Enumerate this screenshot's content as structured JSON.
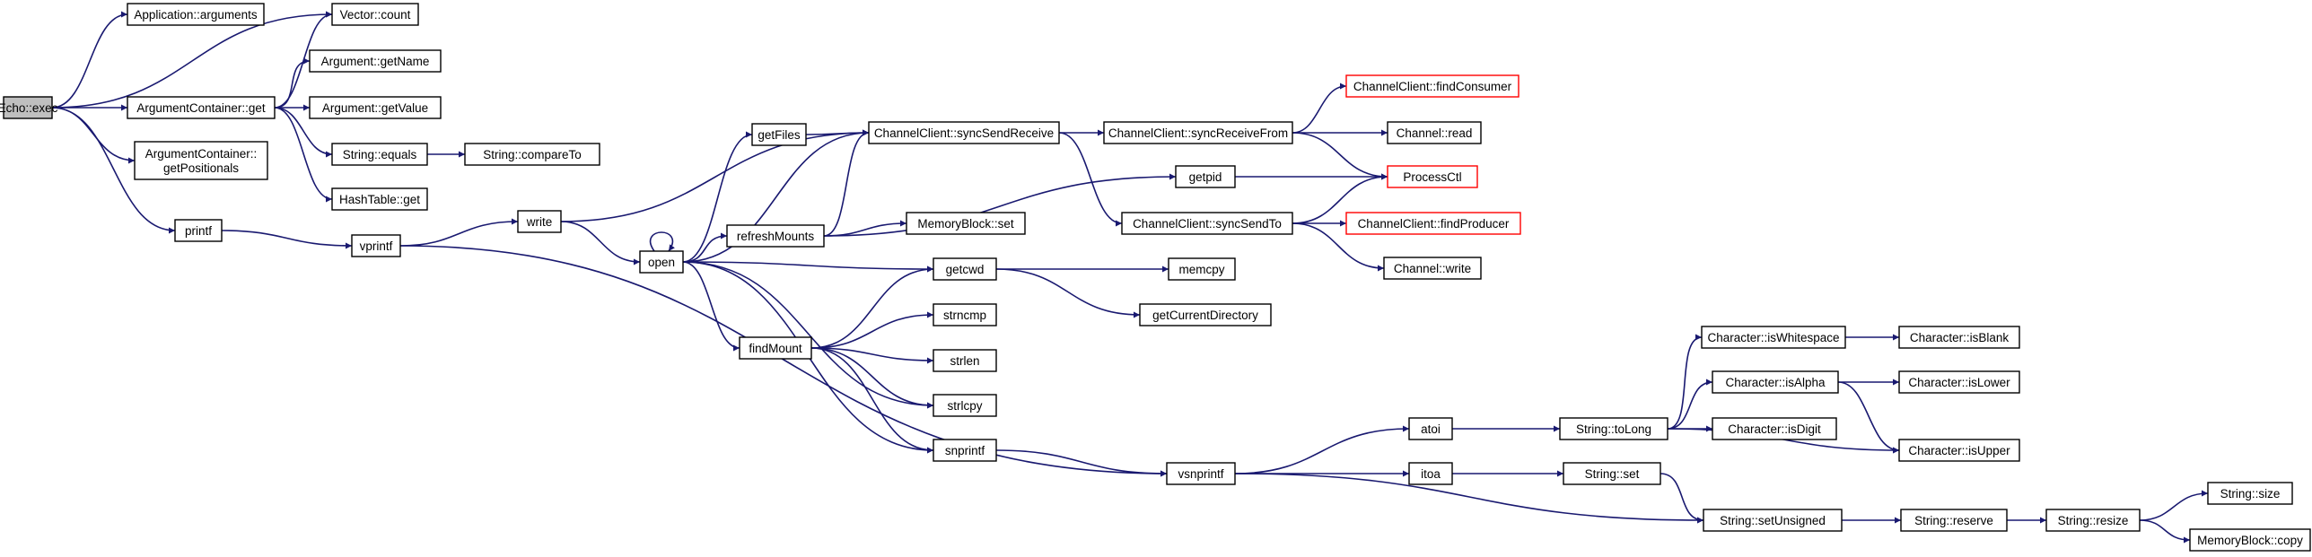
{
  "colors": {
    "edge": "#191970",
    "root_fill": "#bfbfbf",
    "node_stroke": "#000000",
    "external_stroke": "#ff0000"
  },
  "nodes": [
    {
      "id": "echo_exec",
      "lines": [
        "Echo::exec"
      ]
    },
    {
      "id": "app_arguments",
      "lines": [
        "Application::arguments"
      ]
    },
    {
      "id": "vector_count",
      "lines": [
        "Vector::count"
      ]
    },
    {
      "id": "argcont_get",
      "lines": [
        "ArgumentContainer::get"
      ]
    },
    {
      "id": "arg_getname",
      "lines": [
        "Argument::getName"
      ]
    },
    {
      "id": "arg_getvalue",
      "lines": [
        "Argument::getValue"
      ]
    },
    {
      "id": "argcont_getpositionals",
      "lines": [
        "ArgumentContainer::",
        "getPositionals"
      ]
    },
    {
      "id": "string_equals",
      "lines": [
        "String::equals"
      ]
    },
    {
      "id": "string_compareto",
      "lines": [
        "String::compareTo"
      ]
    },
    {
      "id": "hashtable_get",
      "lines": [
        "HashTable::get"
      ]
    },
    {
      "id": "printf",
      "lines": [
        "printf"
      ]
    },
    {
      "id": "vprintf",
      "lines": [
        "vprintf"
      ]
    },
    {
      "id": "write",
      "lines": [
        "write"
      ]
    },
    {
      "id": "open",
      "lines": [
        "open"
      ]
    },
    {
      "id": "getfiles",
      "lines": [
        "getFiles"
      ]
    },
    {
      "id": "refreshmounts",
      "lines": [
        "refreshMounts"
      ]
    },
    {
      "id": "findmount",
      "lines": [
        "findMount"
      ]
    },
    {
      "id": "cc_syncsendreceive",
      "lines": [
        "ChannelClient::syncSendReceive"
      ]
    },
    {
      "id": "cc_syncreceivefrom",
      "lines": [
        "ChannelClient::syncReceiveFrom"
      ]
    },
    {
      "id": "cc_syncsendto",
      "lines": [
        "ChannelClient::syncSendTo"
      ]
    },
    {
      "id": "cc_findconsumer",
      "lines": [
        "ChannelClient::findConsumer"
      ],
      "external": true
    },
    {
      "id": "channel_read",
      "lines": [
        "Channel::read"
      ]
    },
    {
      "id": "processctl",
      "lines": [
        "ProcessCtl"
      ],
      "external": true
    },
    {
      "id": "cc_findproducer",
      "lines": [
        "ChannelClient::findProducer"
      ],
      "external": true
    },
    {
      "id": "channel_write",
      "lines": [
        "Channel::write"
      ]
    },
    {
      "id": "getpid",
      "lines": [
        "getpid"
      ]
    },
    {
      "id": "memoryblock_set",
      "lines": [
        "MemoryBlock::set"
      ]
    },
    {
      "id": "getcwd",
      "lines": [
        "getcwd"
      ]
    },
    {
      "id": "memcpy",
      "lines": [
        "memcpy"
      ]
    },
    {
      "id": "getcurrentdirectory",
      "lines": [
        "getCurrentDirectory"
      ]
    },
    {
      "id": "strncmp",
      "lines": [
        "strncmp"
      ]
    },
    {
      "id": "strlen",
      "lines": [
        "strlen"
      ]
    },
    {
      "id": "strlcpy",
      "lines": [
        "strlcpy"
      ]
    },
    {
      "id": "snprintf",
      "lines": [
        "snprintf"
      ]
    },
    {
      "id": "vsnprintf",
      "lines": [
        "vsnprintf"
      ]
    },
    {
      "id": "atoi",
      "lines": [
        "atoi"
      ]
    },
    {
      "id": "itoa",
      "lines": [
        "itoa"
      ]
    },
    {
      "id": "string_tolong",
      "lines": [
        "String::toLong"
      ]
    },
    {
      "id": "string_set",
      "lines": [
        "String::set"
      ]
    },
    {
      "id": "string_setunsigned",
      "lines": [
        "String::setUnsigned"
      ]
    },
    {
      "id": "string_reserve",
      "lines": [
        "String::reserve"
      ]
    },
    {
      "id": "string_resize",
      "lines": [
        "String::resize"
      ]
    },
    {
      "id": "string_size",
      "lines": [
        "String::size"
      ]
    },
    {
      "id": "memoryblock_copy",
      "lines": [
        "MemoryBlock::copy"
      ]
    },
    {
      "id": "char_iswhitespace",
      "lines": [
        "Character::isWhitespace"
      ]
    },
    {
      "id": "char_isblank",
      "lines": [
        "Character::isBlank"
      ]
    },
    {
      "id": "char_isalpha",
      "lines": [
        "Character::isAlpha"
      ]
    },
    {
      "id": "char_islower",
      "lines": [
        "Character::isLower"
      ]
    },
    {
      "id": "char_isdigit",
      "lines": [
        "Character::isDigit"
      ]
    },
    {
      "id": "char_isupper",
      "lines": [
        "Character::isUpper"
      ]
    }
  ],
  "edges": [
    [
      "echo_exec",
      "app_arguments"
    ],
    [
      "echo_exec",
      "vector_count"
    ],
    [
      "echo_exec",
      "argcont_get"
    ],
    [
      "echo_exec",
      "argcont_getpositionals"
    ],
    [
      "echo_exec",
      "printf"
    ],
    [
      "argcont_get",
      "vector_count"
    ],
    [
      "argcont_get",
      "arg_getname"
    ],
    [
      "argcont_get",
      "arg_getvalue"
    ],
    [
      "argcont_get",
      "string_equals"
    ],
    [
      "argcont_get",
      "hashtable_get"
    ],
    [
      "string_equals",
      "string_compareto"
    ],
    [
      "printf",
      "vprintf"
    ],
    [
      "vprintf",
      "write"
    ],
    [
      "vprintf",
      "vsnprintf"
    ],
    [
      "write",
      "cc_syncsendreceive"
    ],
    [
      "write",
      "open"
    ],
    [
      "open",
      "open"
    ],
    [
      "open",
      "getfiles"
    ],
    [
      "open",
      "cc_syncsendreceive"
    ],
    [
      "open",
      "refreshmounts"
    ],
    [
      "open",
      "getcwd"
    ],
    [
      "open",
      "findmount"
    ],
    [
      "open",
      "strlcpy"
    ],
    [
      "open",
      "snprintf"
    ],
    [
      "getfiles",
      "cc_syncsendreceive"
    ],
    [
      "refreshmounts",
      "cc_syncsendreceive"
    ],
    [
      "refreshmounts",
      "getpid"
    ],
    [
      "refreshmounts",
      "memoryblock_set"
    ],
    [
      "findmount",
      "getcwd"
    ],
    [
      "findmount",
      "strncmp"
    ],
    [
      "findmount",
      "strlen"
    ],
    [
      "findmount",
      "strlcpy"
    ],
    [
      "findmount",
      "snprintf"
    ],
    [
      "cc_syncsendreceive",
      "cc_syncreceivefrom"
    ],
    [
      "cc_syncsendreceive",
      "cc_syncsendto"
    ],
    [
      "cc_syncreceivefrom",
      "cc_findconsumer"
    ],
    [
      "cc_syncreceivefrom",
      "channel_read"
    ],
    [
      "cc_syncreceivefrom",
      "processctl"
    ],
    [
      "cc_syncsendto",
      "processctl"
    ],
    [
      "cc_syncsendto",
      "cc_findproducer"
    ],
    [
      "cc_syncsendto",
      "channel_write"
    ],
    [
      "getpid",
      "processctl"
    ],
    [
      "getcwd",
      "memcpy"
    ],
    [
      "getcwd",
      "getcurrentdirectory"
    ],
    [
      "snprintf",
      "vsnprintf"
    ],
    [
      "vsnprintf",
      "atoi"
    ],
    [
      "vsnprintf",
      "itoa"
    ],
    [
      "vsnprintf",
      "string_setunsigned"
    ],
    [
      "atoi",
      "string_tolong"
    ],
    [
      "string_tolong",
      "char_iswhitespace"
    ],
    [
      "string_tolong",
      "char_isalpha"
    ],
    [
      "string_tolong",
      "char_isdigit"
    ],
    [
      "string_tolong",
      "char_isupper"
    ],
    [
      "char_iswhitespace",
      "char_isblank"
    ],
    [
      "char_isalpha",
      "char_islower"
    ],
    [
      "char_isalpha",
      "char_isupper"
    ],
    [
      "itoa",
      "string_set"
    ],
    [
      "string_set",
      "string_setunsigned"
    ],
    [
      "string_setunsigned",
      "string_reserve"
    ],
    [
      "string_reserve",
      "string_resize"
    ],
    [
      "string_resize",
      "string_size"
    ],
    [
      "string_resize",
      "memoryblock_copy"
    ]
  ]
}
